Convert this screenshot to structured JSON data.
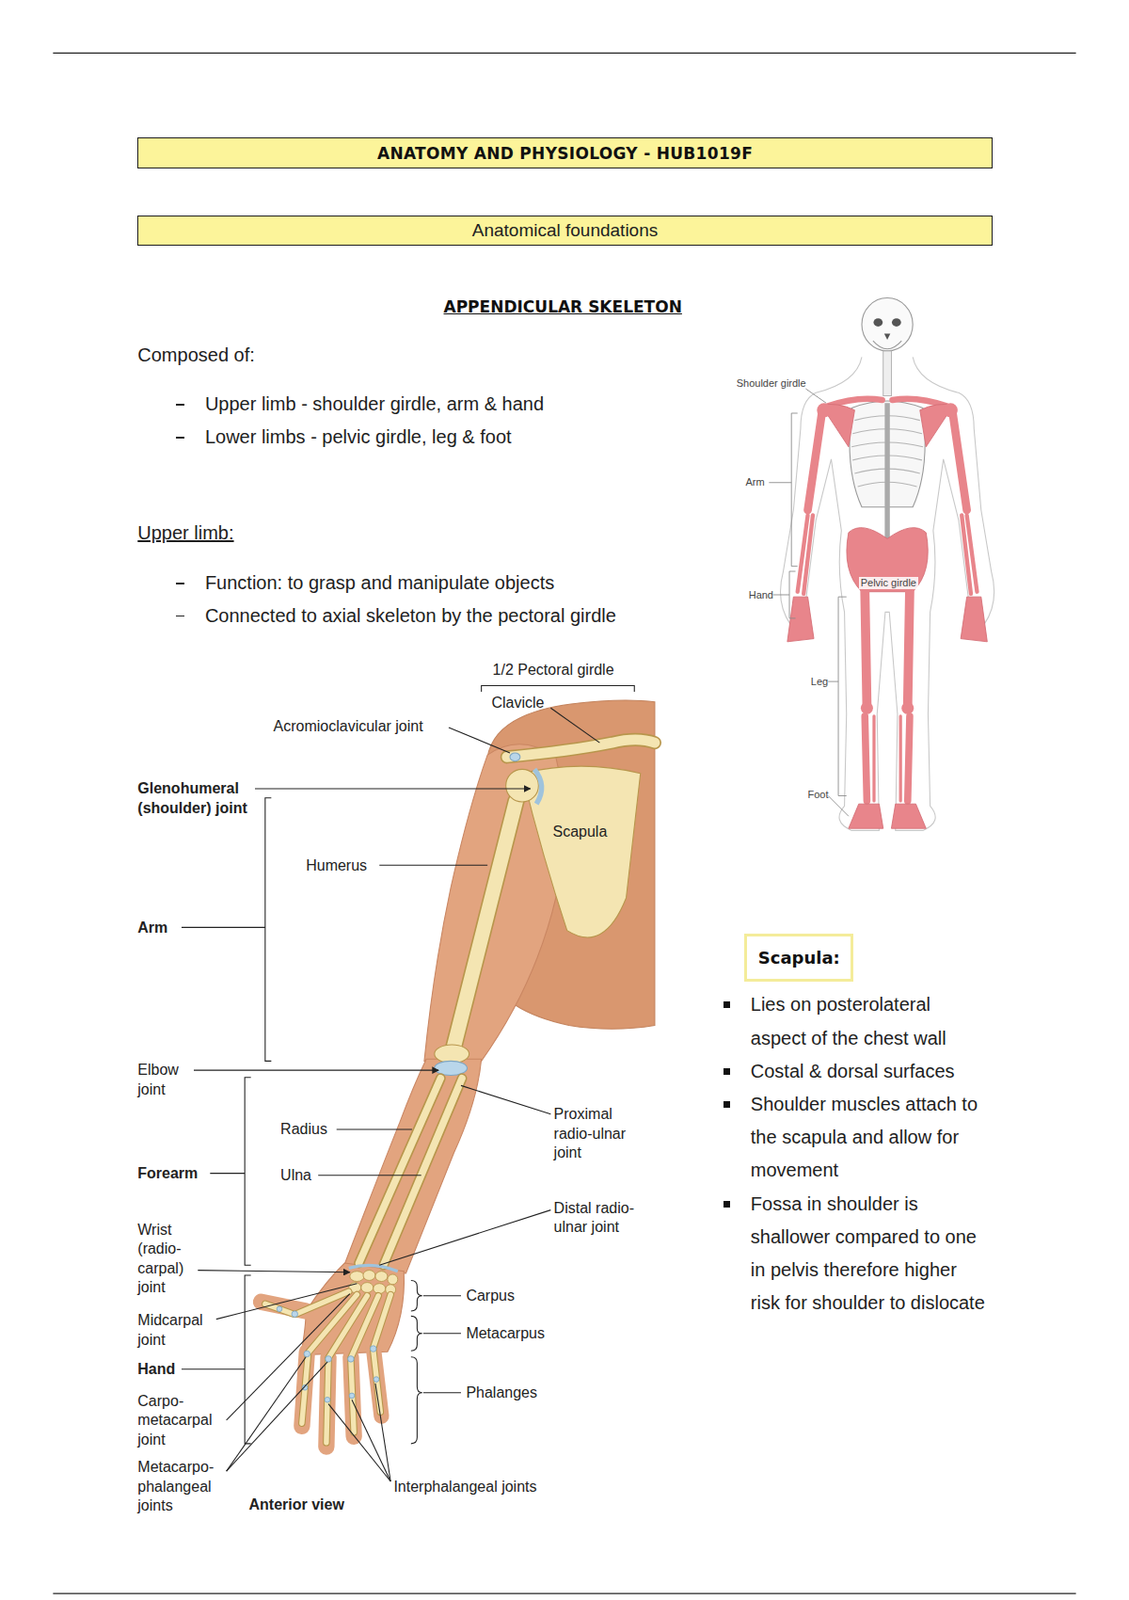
{
  "diagram": {
    "title": "ANATOMY AND PHYSIOLOGY - HUB1019F",
    "nodes": [
      {
        "text": [
          "Anatomical foundations"
        ]
      },
      {
        "text": [
          "Scapula:"
        ]
      }
    ],
    "labels": [
      "APPENDICULAR SKELETON",
      "Composed of:",
      "Upper limb - shoulder girdle, arm & hand",
      "Lower limbs - pelvic girdle, leg & foot",
      "Upper limb:",
      "Function: to grasp and manipulate objects",
      "Connected to axial skeleton by the pectoral girdle",
      "Shoulder girdle",
      "Arm",
      "Hand",
      "Pelvic girdle",
      "Leg",
      "Foot",
      "1/2 Pectoral girdle",
      "Clavicle",
      "Acromioclavicular joint",
      "Glenohumeral (shoulder) joint",
      "Scapula",
      "Humerus",
      "Arm",
      "Elbow joint",
      "Radius",
      "Proximal radio-ulnar joint",
      "Forearm",
      "Ulna",
      "Distal radio-ulnar joint",
      "Wrist (radio-carpal) joint",
      "Carpus",
      "Midcarpal joint",
      "Metacarpus",
      "Hand",
      "Carpo-metacarpal joint",
      "Phalanges",
      "Metacarpo-phalangeal joints",
      "Anterior view",
      "Interphalangeal joints",
      "Lies on posterolateral aspect of the chest wall",
      "Costal & dorsal surfaces",
      "Shoulder muscles attach to the scapula and allow for movement",
      "Fossa in shoulder is shallower compared to one in pelvis therefore higher risk for shoulder to dislocate"
    ]
  }
}
